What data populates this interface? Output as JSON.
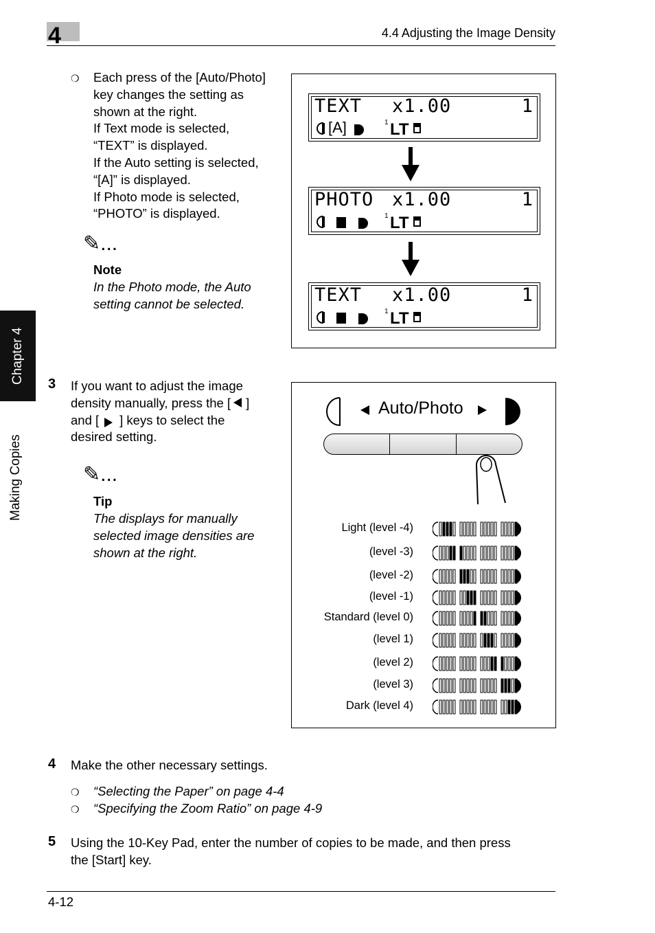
{
  "header": {
    "chapter_number": "4",
    "section_title": "4.4 Adjusting the Image Density"
  },
  "sidebar": {
    "chapter_tab": "Chapter 4",
    "section_tab": "Making Copies"
  },
  "intro": {
    "bullet": "❍",
    "lines": [
      "Each press of the [Auto/Photo]",
      "key changes the setting as",
      "shown at the right.",
      "If Text mode is selected,",
      "“TEXT” is displayed.",
      "If the Auto setting is selected,",
      "“[A]” is displayed.",
      "If Photo mode is selected,",
      "“PHOTO” is displayed."
    ],
    "note_icon": "✎...",
    "note_title": "Note",
    "note_lines": [
      "In the Photo mode, the Auto",
      "setting cannot be selected."
    ]
  },
  "lcd_displays": [
    {
      "mode": "TEXT",
      "zoom": "x1.00",
      "count": "1",
      "auto": "[A]",
      "tray": "1",
      "paper": "LT"
    },
    {
      "mode": "PHOTO",
      "zoom": "x1.00",
      "count": "1",
      "auto": "",
      "tray": "1",
      "paper": "LT"
    },
    {
      "mode": "TEXT",
      "zoom": "x1.00",
      "count": "1",
      "auto": "",
      "tray": "1",
      "paper": "LT"
    }
  ],
  "step3": {
    "number": "3",
    "line1": "If you want to adjust the image",
    "line2a": "density manually, press the [",
    "line2b": "]",
    "line3a": "and [",
    "line3b": "] keys to select the",
    "line4": "desired setting.",
    "tip_icon": "✎...",
    "tip_title": "Tip",
    "tip_lines": [
      "The displays for manually",
      "selected image densities are",
      "shown at the right."
    ]
  },
  "control_panel": {
    "label": "Auto/Photo"
  },
  "density_levels": [
    {
      "label": "Light (level -4)",
      "level": -4
    },
    {
      "label": "(level -3)",
      "level": -3
    },
    {
      "label": "(level -2)",
      "level": -2
    },
    {
      "label": "(level -1)",
      "level": -1
    },
    {
      "label": "Standard (level 0)",
      "level": 0
    },
    {
      "label": "(level 1)",
      "level": 1
    },
    {
      "label": "(level 2)",
      "level": 2
    },
    {
      "label": "(level 3)",
      "level": 3
    },
    {
      "label": "Dark (level 4)",
      "level": 4
    }
  ],
  "step4": {
    "number": "4",
    "text": "Make the other necessary settings.",
    "bullet": "❍",
    "links": [
      "“Selecting the Paper” on page 4-4",
      "“Specifying the Zoom Ratio” on page 4-9"
    ]
  },
  "step5": {
    "number": "5",
    "lines": [
      "Using the 10-Key Pad, enter the number of copies to be made, and then press",
      "the [Start] key."
    ]
  },
  "footer": {
    "page_number": "4-12"
  }
}
